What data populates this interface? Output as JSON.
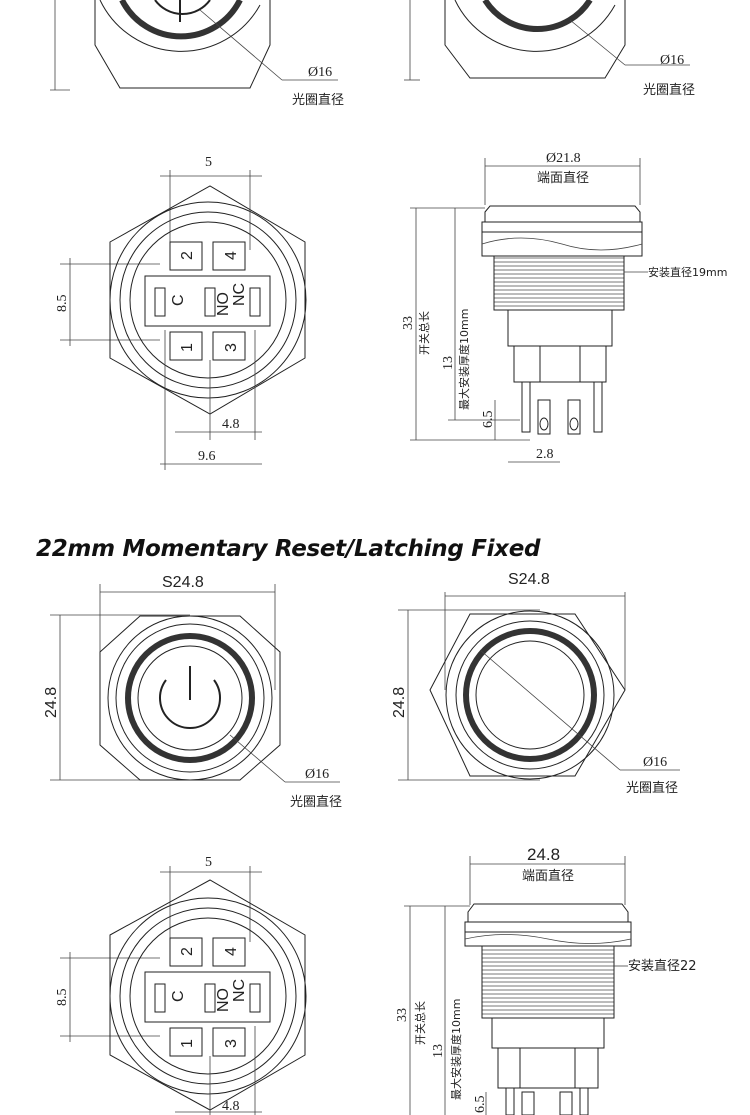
{
  "section_title": "22mm Momentary Reset/Latching Fixed",
  "top": {
    "front_led_diameter": "Ø16",
    "front_led_caption": "光圈直径",
    "ring_led_diameter": "Ø16",
    "ring_led_caption": "光圈直径",
    "rear_pin_spacing_top": "5",
    "rear_pin_spacing_side": "8.5",
    "rear_pin_spacing_bottom1": "4.8",
    "rear_pin_spacing_bottom2": "9.6",
    "side_head_diameter": "Ø21.8",
    "side_head_caption": "端面直径",
    "side_mount_caption": "安装直径19mm",
    "side_total_length": "33",
    "side_total_caption": "开关总长",
    "side_thickness": "13",
    "side_thickness_caption": "最大安装厚度10mm",
    "side_pin_length": "6.5",
    "side_pin_width": "2.8"
  },
  "bottom": {
    "front_width": "S24.8",
    "front_height": "24.8",
    "front_led_diameter": "Ø16",
    "front_led_caption": "光圈直径",
    "ring_width": "S24.8",
    "ring_height": "24.8",
    "ring_led_diameter": "Ø16",
    "ring_led_caption": "光圈直径",
    "rear_pin_spacing_top": "5",
    "rear_pin_spacing_side": "8.5",
    "rear_pin_spacing_bottom1": "4.8",
    "side_head_diameter": "24.8",
    "side_head_caption": "端面直径",
    "side_mount_caption": "安装直径22",
    "side_total_length": "33",
    "side_total_caption": "开关总长",
    "side_thickness": "13",
    "side_thickness_caption": "最大安装厚度10mm",
    "side_pin_length": "6.5"
  },
  "terminals": {
    "t2": "2",
    "t4": "4",
    "t1": "1",
    "t3": "3",
    "c": "C",
    "no": "NO",
    "nc": "NC"
  }
}
